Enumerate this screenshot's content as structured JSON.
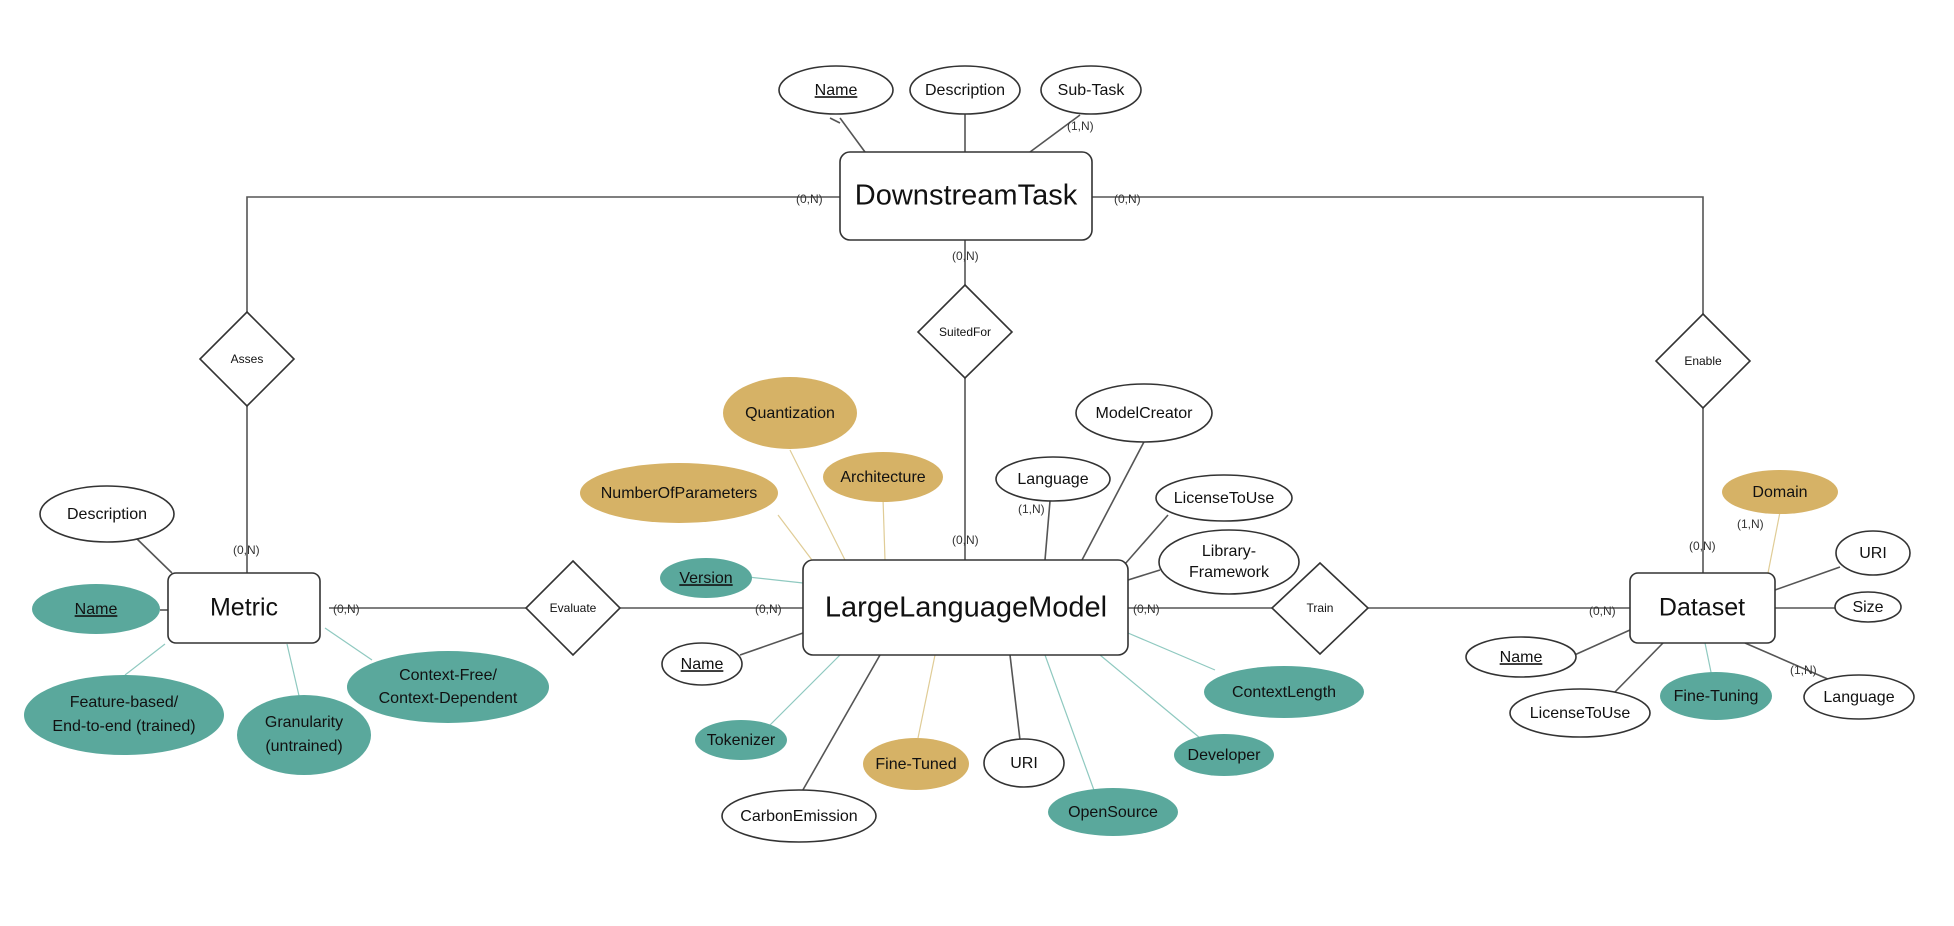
{
  "colors": {
    "plain": "#ffffff",
    "teal": "#5aa89c",
    "gold": "#d6b266",
    "line": "#555555",
    "teal_line": "#8fc9c0",
    "gold_line": "#e0cc96"
  },
  "entities": {
    "downstream_task": "DownstreamTask",
    "llm": "LargeLanguageModel",
    "metric": "Metric",
    "dataset": "Dataset"
  },
  "relationships": {
    "asses": "Asses",
    "suited_for": "SuitedFor",
    "enable": "Enable",
    "evaluate": "Evaluate",
    "train": "Train"
  },
  "attributes": {
    "task_name": "Name",
    "task_description": "Description",
    "task_subtask": "Sub-Task",
    "llm_quantization": "Quantization",
    "llm_number_of_parameters": "NumberOfParameters",
    "llm_architecture": "Architecture",
    "llm_model_creator": "ModelCreator",
    "llm_language": "Language",
    "llm_license_to_use": "LicenseToUse",
    "llm_library_framework_1": "Library-",
    "llm_library_framework_2": "Framework",
    "llm_version": "Version",
    "llm_name": "Name",
    "llm_tokenizer": "Tokenizer",
    "llm_carbon_emission": "CarbonEmission",
    "llm_fine_tuned": "Fine-Tuned",
    "llm_uri": "URI",
    "llm_open_source": "OpenSource",
    "llm_developer": "Developer",
    "llm_context_length": "ContextLength",
    "metric_description": "Description",
    "metric_name": "Name",
    "metric_feature_based_1": "Feature-based/",
    "metric_feature_based_2": "End-to-end (trained)",
    "metric_granularity_1": "Granularity",
    "metric_granularity_2": "(untrained)",
    "metric_context_1": "Context-Free/",
    "metric_context_2": "Context-Dependent",
    "dataset_domain": "Domain",
    "dataset_uri": "URI",
    "dataset_size": "Size",
    "dataset_name": "Name",
    "dataset_license_to_use": "LicenseToUse",
    "dataset_fine_tuning": "Fine-Tuning",
    "dataset_language": "Language"
  },
  "cardinalities": {
    "subtask": "(1,N)",
    "task_left": "(0,N)",
    "task_right": "(0,N)",
    "task_bottom": "(0,N)",
    "metric_top": "(0,N)",
    "metric_right": "(0,N)",
    "llm_top": "(0,N)",
    "llm_left": "(0,N)",
    "llm_right": "(0,N)",
    "llm_language": "(1,N)",
    "dataset_top": "(0,N)",
    "dataset_left": "(0,N)",
    "dataset_domain": "(1,N)",
    "dataset_language": "(1,N)"
  }
}
